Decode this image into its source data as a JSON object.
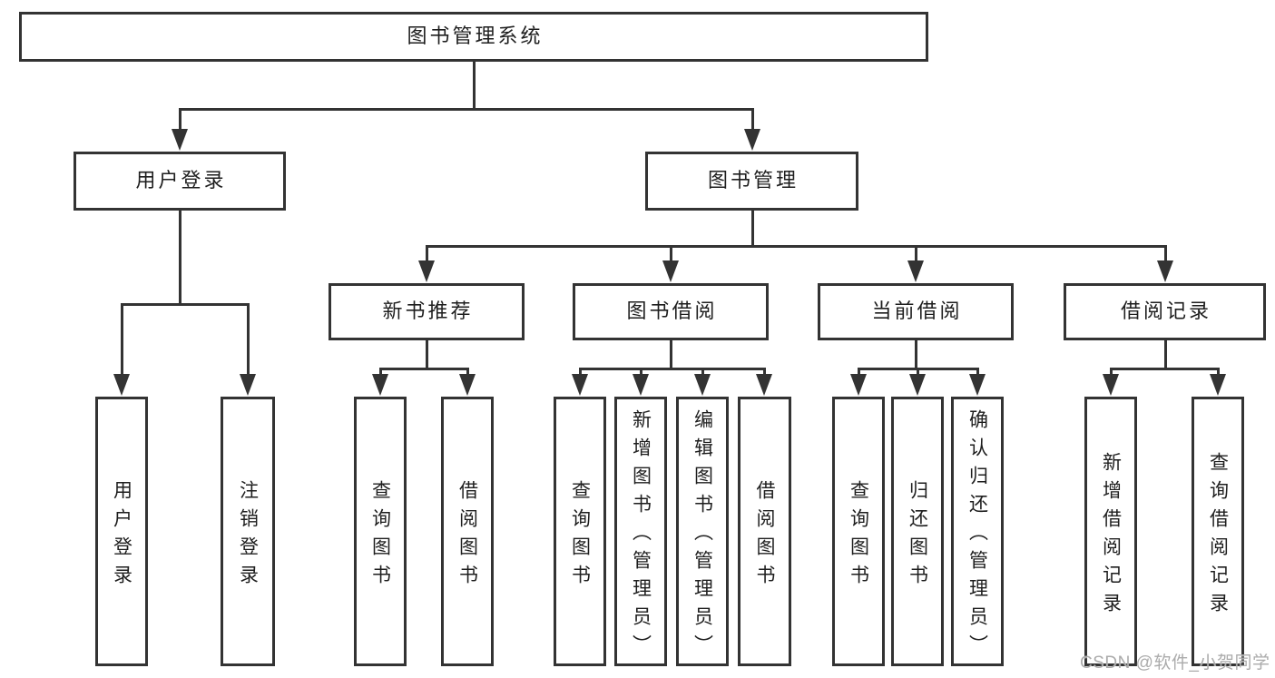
{
  "diagram": {
    "root": {
      "label": "图书管理系统"
    },
    "branches": [
      {
        "label": "用户登录",
        "children": [
          {
            "label": "用户登录"
          },
          {
            "label": "注销登录"
          }
        ]
      },
      {
        "label": "图书管理",
        "children": [
          {
            "label": "新书推荐",
            "children": [
              {
                "label": "查询图书"
              },
              {
                "label": "借阅图书"
              }
            ]
          },
          {
            "label": "图书借阅",
            "children": [
              {
                "label": "查询图书"
              },
              {
                "label": "新增图书（管理员）"
              },
              {
                "label": "编辑图书（管理员）"
              },
              {
                "label": "借阅图书"
              }
            ]
          },
          {
            "label": "当前借阅",
            "children": [
              {
                "label": "查询图书"
              },
              {
                "label": "归还图书"
              },
              {
                "label": "确认归还（管理员）"
              }
            ]
          },
          {
            "label": "借阅记录",
            "children": [
              {
                "label": "新增借阅记录"
              },
              {
                "label": "查询借阅记录"
              }
            ]
          }
        ]
      }
    ]
  },
  "watermark": {
    "text": "CSDN @软件_小贺同学"
  },
  "colors": {
    "line": "#333333",
    "text": "#1e1e1e",
    "watermark": "#ababab",
    "background": "#ffffff"
  }
}
